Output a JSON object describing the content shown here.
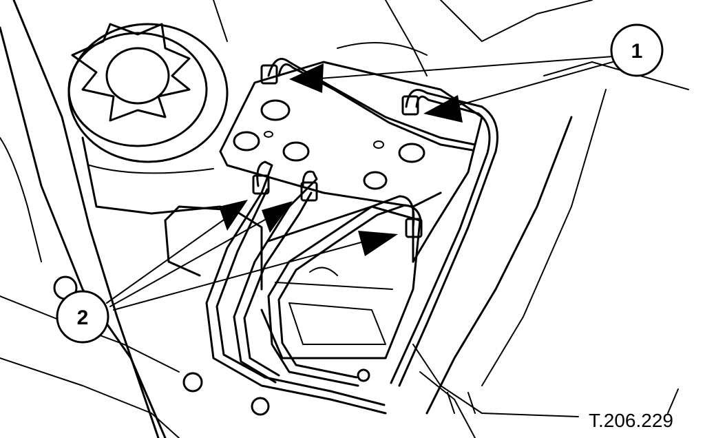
{
  "figure": {
    "reference_code": "T.206.229",
    "colors": {
      "ink": "#000000",
      "paper": "#ffffff"
    }
  },
  "callouts": [
    {
      "id": "callout-1",
      "label": "1"
    },
    {
      "id": "callout-2",
      "label": "2"
    }
  ]
}
